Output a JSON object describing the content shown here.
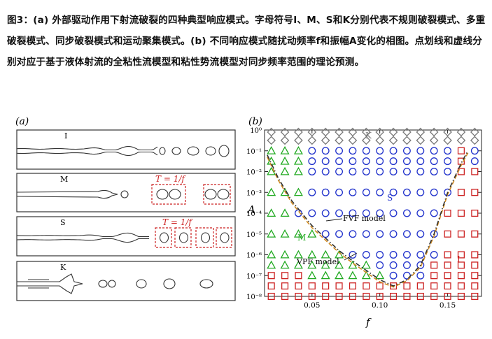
{
  "caption": {
    "text": "图3：(a) 外部驱动作用下射流破裂的四种典型响应模式。字母符号I、M、S和K分别代表不规则破裂模式、多重破裂模式、同步破裂模式和运动聚集模式。(b) 不同响应模式随扰动频率f和振幅A变化的相图。点划线和虚线分别对应于基于液体射流的全粘性流模型和粘性势流模型对同步频率范围的理论预测。"
  },
  "panel_a": {
    "label": "(a)",
    "rows": [
      {
        "mode": "I"
      },
      {
        "mode": "M",
        "period_label": "T = 1/f"
      },
      {
        "mode": "S",
        "period_label": "T = 1/f"
      },
      {
        "mode": "K"
      }
    ]
  },
  "panel_b": {
    "label": "(b)",
    "colors": {
      "I": "#cc2222",
      "M": "#22aa22",
      "S": "#2233cc",
      "K": "#777777",
      "fvf": "#333333",
      "vpf": "#d08a20"
    }
  },
  "chart_data": {
    "type": "scatter",
    "xlabel": "f",
    "ylabel": "A",
    "xlim": [
      0.015,
      0.175
    ],
    "y_log_exp_range": [
      -8,
      0
    ],
    "xticks": [
      0.05,
      0.1,
      0.15
    ],
    "xtick_labels": [
      "0.05",
      "0.10",
      "0.15"
    ],
    "yticks": [
      -8,
      -7,
      -6,
      -5,
      -4,
      -3,
      -2,
      -1,
      0
    ],
    "ytick_labels": [
      "10⁻⁸",
      "10⁻⁷",
      "10⁻⁶",
      "10⁻⁵",
      "10⁻⁴",
      "10⁻³",
      "10⁻²",
      "10⁻¹",
      "10⁰"
    ],
    "columns_f": [
      0.02,
      0.03,
      0.04,
      0.05,
      0.06,
      0.07,
      0.08,
      0.09,
      0.1,
      0.11,
      0.12,
      0.13,
      0.14,
      0.15,
      0.16,
      0.17
    ],
    "rows_logA": [
      -0.1,
      -0.5,
      -1,
      -1.5,
      -2,
      -3,
      -4,
      -5,
      -6,
      -6.5,
      -7,
      -7.5,
      -8
    ],
    "grid": [
      "KKKKKKKKKKKKKKKK",
      "KKKKKKKKKKKKKKKK",
      "MMMSSSSSSSSSSSIS",
      "MMMSSSSSSSSSSSIS",
      "MMMSSSSSSSSSSSII",
      "MMMSSSSSSSSSSSII",
      "MMSSSSSSSSSSSIII",
      "MMMMSSSSSSSSSIII",
      "MMMMMMSSSSSSSIII",
      "MMMMMMMMSSSSIIII",
      "IIIMMMMMMSSSIIII",
      "IIIIIIIIIIIIIIII",
      "IIIIIIIIIIIIIIII"
    ],
    "legend_codes": {
      "I": "square",
      "M": "triangle",
      "S": "circle",
      "K": "diamond"
    },
    "region_labels": [
      "K",
      "S",
      "M",
      "I"
    ],
    "fvf_curve": {
      "name": "FVF model",
      "points": [
        [
          0.017,
          -1.2
        ],
        [
          0.025,
          -2.3
        ],
        [
          0.035,
          -3.4
        ],
        [
          0.05,
          -4.6
        ],
        [
          0.06,
          -5.2
        ],
        [
          0.07,
          -5.8
        ],
        [
          0.08,
          -6.3
        ],
        [
          0.09,
          -6.75
        ],
        [
          0.1,
          -7.2
        ],
        [
          0.11,
          -7.5
        ],
        [
          0.12,
          -7.2
        ],
        [
          0.13,
          -6.5
        ],
        [
          0.14,
          -5.0
        ],
        [
          0.15,
          -3.0
        ],
        [
          0.16,
          -1.6
        ],
        [
          0.165,
          -1.0
        ]
      ]
    },
    "vpf_curve": {
      "name": "VPF model",
      "points": [
        [
          0.017,
          -1.3
        ],
        [
          0.025,
          -2.4
        ],
        [
          0.035,
          -3.5
        ],
        [
          0.05,
          -4.7
        ],
        [
          0.06,
          -5.3
        ],
        [
          0.07,
          -5.9
        ],
        [
          0.08,
          -6.4
        ],
        [
          0.09,
          -6.85
        ],
        [
          0.1,
          -7.3
        ],
        [
          0.11,
          -7.55
        ],
        [
          0.12,
          -7.25
        ],
        [
          0.13,
          -6.6
        ],
        [
          0.14,
          -5.1
        ],
        [
          0.15,
          -3.1
        ],
        [
          0.16,
          -1.7
        ],
        [
          0.165,
          -1.1
        ]
      ]
    }
  }
}
